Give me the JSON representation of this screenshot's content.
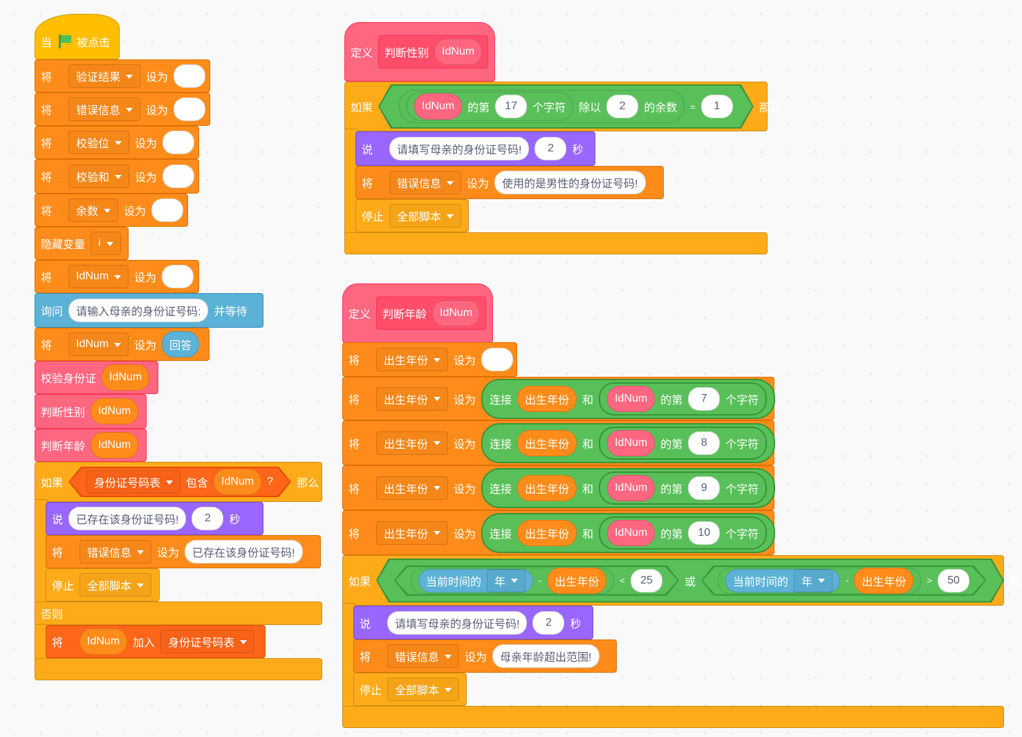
{
  "common": {
    "set": "将",
    "to": "设为",
    "idnum": "IdNum",
    "if": "如果",
    "then": "那么",
    "say": "说",
    "secs": "秒",
    "stop": "停止",
    "all_scripts": "全部脚本",
    "error_info": "错误信息",
    "define": "定义",
    "nth": "的第",
    "char": "个字符",
    "join": "连接",
    "and": "和",
    "two": "2"
  },
  "script1": {
    "hat": {
      "when": "当",
      "flag_icon": "green-flag-icon",
      "clicked": "被点击"
    },
    "vars": [
      "验证结果",
      "错误信息",
      "校验位",
      "校验和",
      "余数"
    ],
    "hide": "隐藏变量",
    "hide_var": "i",
    "ask": "询问",
    "ask_text": "请输入母亲的身份证号码:",
    "and_wait": "并等待",
    "answer": "回答",
    "verify": "校验身份证",
    "gender": "判断性别",
    "age": "判断年龄",
    "list": "身份证号码表",
    "contains": "包含",
    "q": "?",
    "exists": "已存在该身份证号码!",
    "else": "否则",
    "add": "加入"
  },
  "script2": {
    "name": "判断性别",
    "idx": "17",
    "mod_by": "除以",
    "mod": "的余数",
    "eq": "=",
    "eq_val": "1",
    "say_text": "请填写母亲的身份证号码!",
    "err_text": "使用的是男性的身份证号码!"
  },
  "script3": {
    "name": "判断年龄",
    "birth": "出生年份",
    "rows": [
      {
        "n": "7"
      },
      {
        "n": "8"
      },
      {
        "n": "9"
      },
      {
        "n": "10"
      }
    ],
    "now": "当前时间的",
    "year": "年",
    "minus": "-",
    "lt": "<",
    "lt_val": "25",
    "or": "或",
    "gt": ">",
    "gt_val": "50",
    "say_text": "请填写母亲的身份证号码!",
    "err_text": "母亲年龄超出范围!"
  },
  "colors": {
    "events": "#FFBF00",
    "variables": "#FF8C1A",
    "control": "#FFAB19",
    "myblocks": "#FF6680",
    "operators": "#59C059",
    "sensing": "#5CB1D6",
    "looks": "#9966FF",
    "lists": "#FF661A"
  }
}
